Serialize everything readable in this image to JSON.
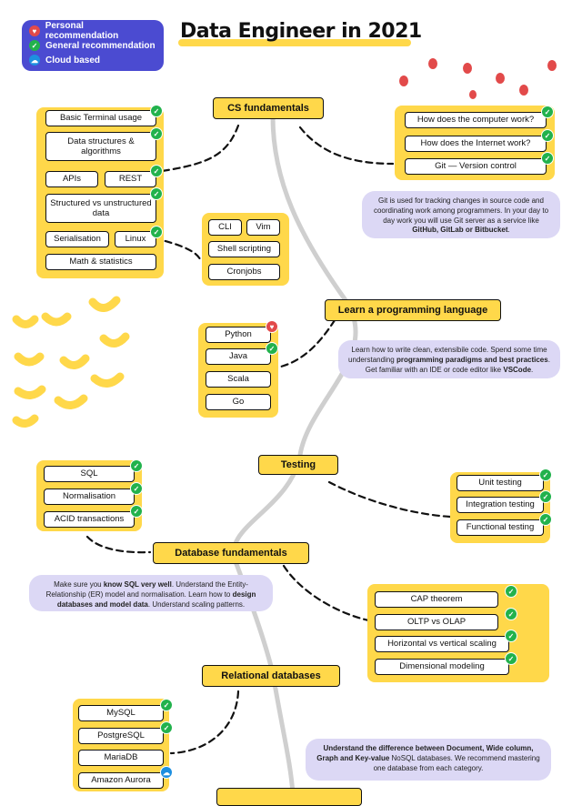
{
  "title": "Data Engineer in 2021",
  "legend": [
    {
      "label": "Personal recommendation",
      "icon": "heart-icon",
      "color": "#e24a4a"
    },
    {
      "label": "General recommendation",
      "icon": "check-icon",
      "color": "#22b24c"
    },
    {
      "label": "Cloud based",
      "icon": "cloud-icon",
      "color": "#1d8fe0"
    }
  ],
  "colors": {
    "accent": "#ffd84a",
    "legend_bg": "#4b4bd1",
    "note_bg": "#dcd8f5"
  },
  "topics": {
    "cs": "CS fundamentals",
    "lang": "Learn a programming language",
    "testing": "Testing",
    "db": "Database fundamentals",
    "rdb": "Relational databases"
  },
  "cs_left": {
    "terminal": "Basic Terminal usage",
    "ds": "Data structures & algorithms",
    "apis": "APIs",
    "rest": "REST",
    "structured": "Structured vs unstructured data",
    "serial": "Serialisation",
    "linux": "Linux",
    "math": "Math & statistics"
  },
  "linux_tools": {
    "cli": "CLI",
    "vim": "Vim",
    "shell": "Shell scripting",
    "cron": "Cronjobs"
  },
  "cs_right": {
    "computer": "How does the computer work?",
    "internet": "How does the Internet work?",
    "git": "Git — Version control"
  },
  "git_note": {
    "p1": "Git is used for tracking changes in source code and coordinating work among programmers. In your day to day work you will use Git server as a service like ",
    "b1": "GitHub, GitLab or Bitbucket",
    "p2": "."
  },
  "languages": {
    "python": "Python",
    "java": "Java",
    "scala": "Scala",
    "go": "Go"
  },
  "lang_note": {
    "p1": "Learn how to write clean, extensibile code. Spend some time understanding ",
    "b1": "programming paradigms and best practices",
    "p2": ". Get familiar with an IDE or code editor like ",
    "b2": "VSCode",
    "p3": "."
  },
  "testing_items": {
    "unit": "Unit testing",
    "integration": "Integration testing",
    "functional": "Functional testing"
  },
  "db_left": {
    "sql": "SQL",
    "norm": "Normalisation",
    "acid": "ACID transactions"
  },
  "db_note": {
    "p1": "Make sure you ",
    "b1": "know SQL very well",
    "p2": ". Understand the Entity-Relationship (ER) model and normalisation. Learn how to ",
    "b2": "design databases and model data",
    "p3": ". Understand scaling patterns."
  },
  "db_right": {
    "cap": "CAP theorem",
    "oltp": "OLTP vs OLAP",
    "scaling": "Horizontal vs vertical scaling",
    "dim": "Dimensional modeling"
  },
  "rdb_items": {
    "mysql": "MySQL",
    "postgres": "PostgreSQL",
    "maria": "MariaDB",
    "aurora": "Amazon Aurora"
  },
  "nosql_note": {
    "b1": "Understand the difference between Document, Wide column, Graph and Key-value",
    "p1": " NoSQL databases. We recommend mastering one database from each category."
  }
}
